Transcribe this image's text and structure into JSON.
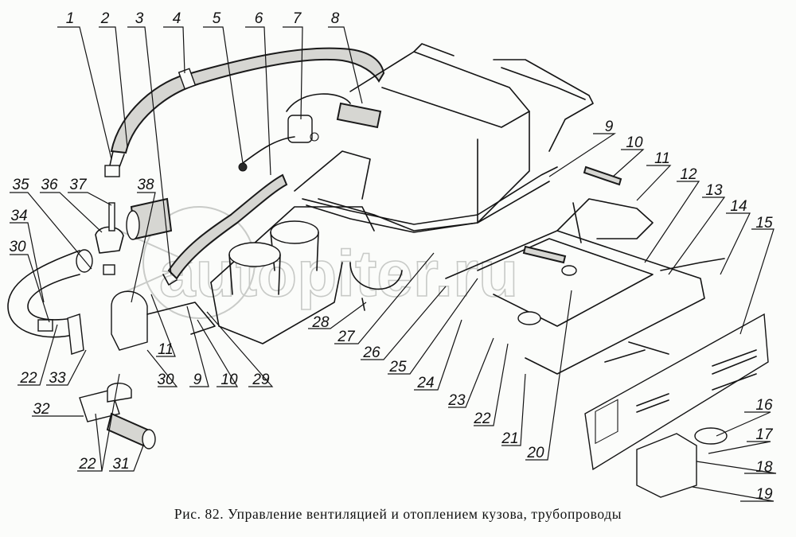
{
  "figure": {
    "caption": "Рис. 82. Управление вентиляцией и отоплением кузова, трубопроводы",
    "watermark": "autopiter.ru",
    "colors": {
      "background": "#fbfcfa",
      "ink": "#141414",
      "watermark": "#c9cbc8",
      "hose_fill": "#d6d6d2"
    }
  },
  "callouts": [
    {
      "id": "c1",
      "label": "1"
    },
    {
      "id": "c2",
      "label": "2"
    },
    {
      "id": "c3",
      "label": "3"
    },
    {
      "id": "c4",
      "label": "4"
    },
    {
      "id": "c5",
      "label": "5"
    },
    {
      "id": "c6",
      "label": "6"
    },
    {
      "id": "c7",
      "label": "7"
    },
    {
      "id": "c8",
      "label": "8"
    },
    {
      "id": "c9a",
      "label": "9"
    },
    {
      "id": "c10a",
      "label": "10"
    },
    {
      "id": "c11a",
      "label": "11"
    },
    {
      "id": "c12",
      "label": "12"
    },
    {
      "id": "c13",
      "label": "13"
    },
    {
      "id": "c14",
      "label": "14"
    },
    {
      "id": "c15",
      "label": "15"
    },
    {
      "id": "c16",
      "label": "16"
    },
    {
      "id": "c17",
      "label": "17"
    },
    {
      "id": "c18",
      "label": "18"
    },
    {
      "id": "c19",
      "label": "19"
    },
    {
      "id": "c20",
      "label": "20"
    },
    {
      "id": "c21",
      "label": "21"
    },
    {
      "id": "c22a",
      "label": "22"
    },
    {
      "id": "c23",
      "label": "23"
    },
    {
      "id": "c24",
      "label": "24"
    },
    {
      "id": "c25",
      "label": "25"
    },
    {
      "id": "c26",
      "label": "26"
    },
    {
      "id": "c27",
      "label": "27"
    },
    {
      "id": "c28",
      "label": "28"
    },
    {
      "id": "c29",
      "label": "29"
    },
    {
      "id": "c10b",
      "label": "10"
    },
    {
      "id": "c9b",
      "label": "9"
    },
    {
      "id": "c11b",
      "label": "11"
    },
    {
      "id": "c30a",
      "label": "30"
    },
    {
      "id": "c22b",
      "label": "22"
    },
    {
      "id": "c33",
      "label": "33"
    },
    {
      "id": "c32",
      "label": "32"
    },
    {
      "id": "c22c",
      "label": "22"
    },
    {
      "id": "c31",
      "label": "31"
    },
    {
      "id": "c30b",
      "label": "30"
    },
    {
      "id": "c34",
      "label": "34"
    },
    {
      "id": "c35",
      "label": "35"
    },
    {
      "id": "c36",
      "label": "36"
    },
    {
      "id": "c37",
      "label": "37"
    },
    {
      "id": "c38",
      "label": "38"
    }
  ]
}
